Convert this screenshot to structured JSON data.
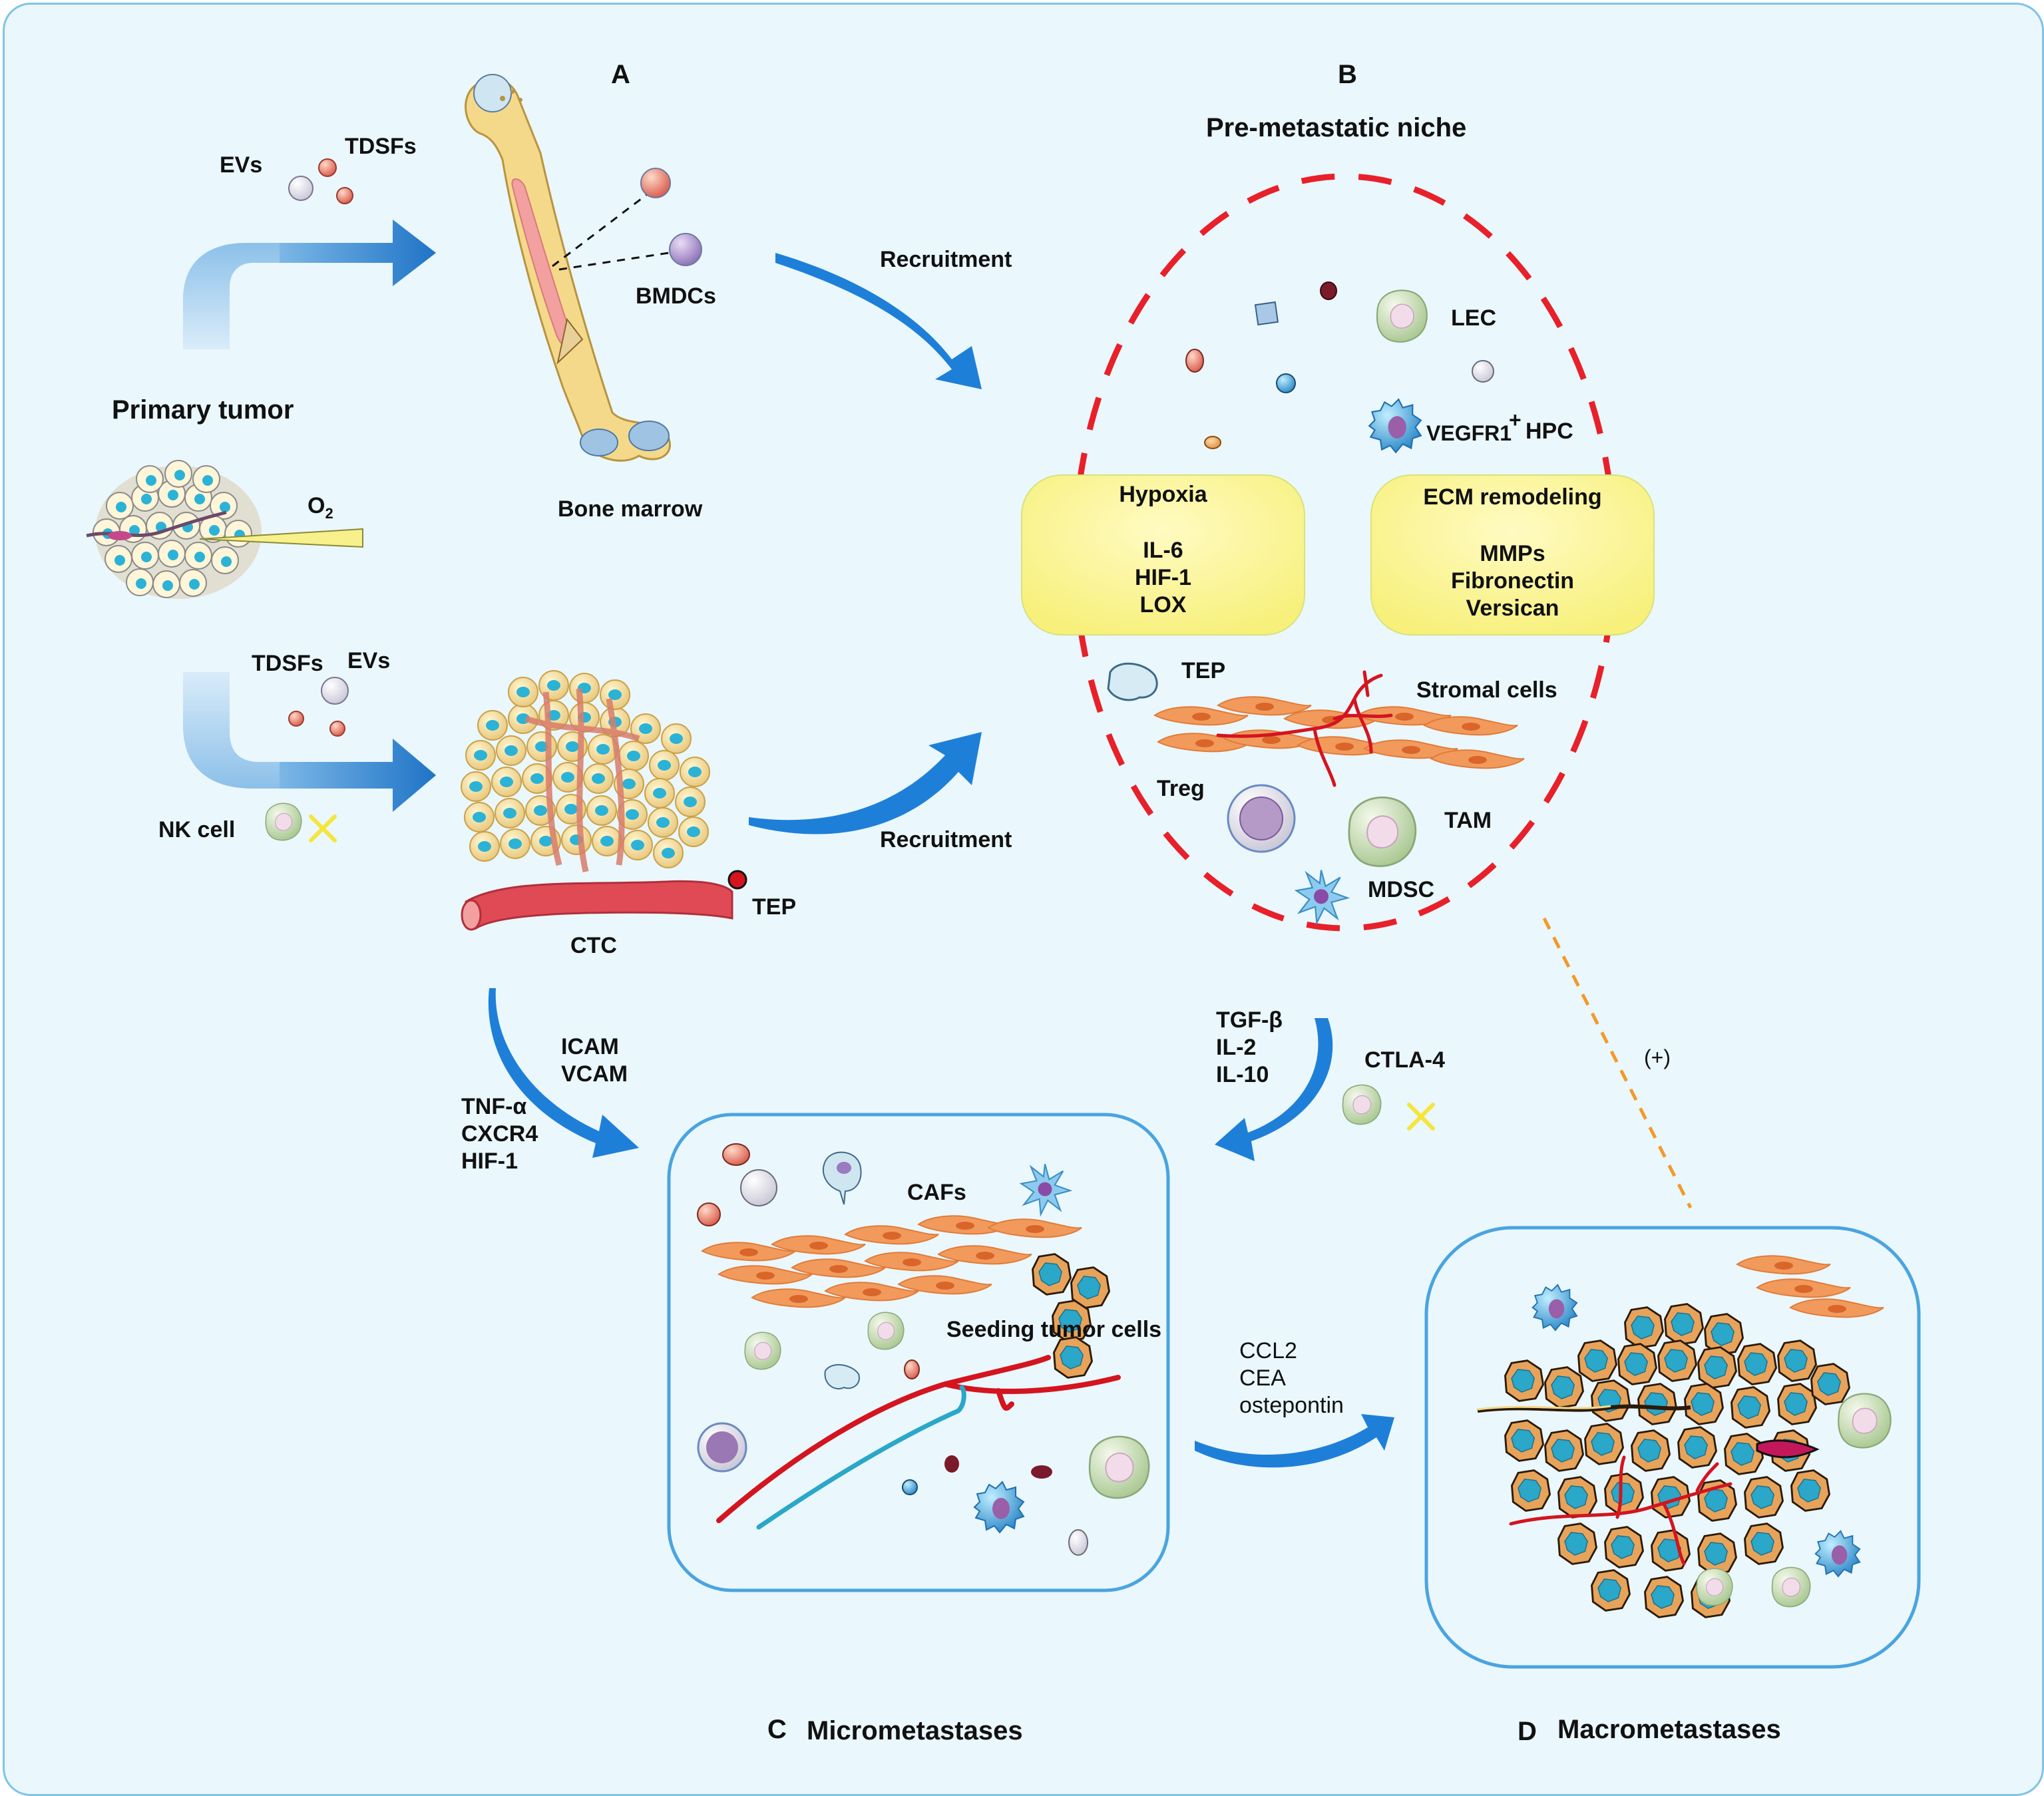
{
  "panel_labels": {
    "a": "A",
    "b": "B",
    "c": "C",
    "d": "D"
  },
  "primary": {
    "title": "Primary tumor",
    "o2": "O",
    "o2_sub": "2"
  },
  "top_flow": {
    "evs": "EVs",
    "tdsfs": "TDSFs",
    "bmdcs": "BMDCs",
    "bone_marrow": "Bone marrow",
    "recruitment": "Recruitment"
  },
  "lower_flow": {
    "tdsfs": "TDSFs",
    "evs": "EVs",
    "nk_cell": "NK cell",
    "ctc": "CTC",
    "tep": "TEP",
    "recruitment": "Recruitment"
  },
  "niche": {
    "title": "Pre-metastatic niche",
    "lec": "LEC",
    "vegfr1": "VEGFR1",
    "plus": "+",
    "hpc": "HPC",
    "hypoxia_box": {
      "title": "Hypoxia",
      "items": [
        "IL-6",
        "HIF-1",
        "LOX"
      ]
    },
    "ecm_box": {
      "title": "ECM remodeling",
      "items": [
        "MMPs",
        "Fibronectin",
        "Versican"
      ]
    },
    "tep": "TEP",
    "stromal_cells": "Stromal cells",
    "treg": "Treg",
    "tam": "TAM",
    "mdsc": "MDSC"
  },
  "left_factors": {
    "adhesion": [
      "ICAM",
      "VCAM"
    ],
    "signals": [
      "TNF-α",
      "CXCR4",
      "HIF-1"
    ]
  },
  "right_factors": {
    "cytokines": [
      "TGF-β",
      "IL-2",
      "IL-10"
    ],
    "ctla4": "CTLA-4"
  },
  "plus_link": "(+)",
  "micro": {
    "cafs": "CAFs",
    "seeding": "Seeding tumor cells",
    "caption": "Micrometastases"
  },
  "macro_factors": [
    "CCL2",
    "CEA",
    "ostepontin"
  ],
  "macro": {
    "caption": "Macrometastases"
  },
  "colors": {
    "background": "#eaf7fc",
    "frame": "#7fc3e6",
    "blue_arrow": "#1e7fd8",
    "niche_dash": "#e8202a",
    "yellow_box": "#fdf79a",
    "caf": "#f29a5c",
    "tumor_cell": "#e8a35a",
    "nucleus": "#2aa7c9",
    "vessel": "#d4141f"
  }
}
